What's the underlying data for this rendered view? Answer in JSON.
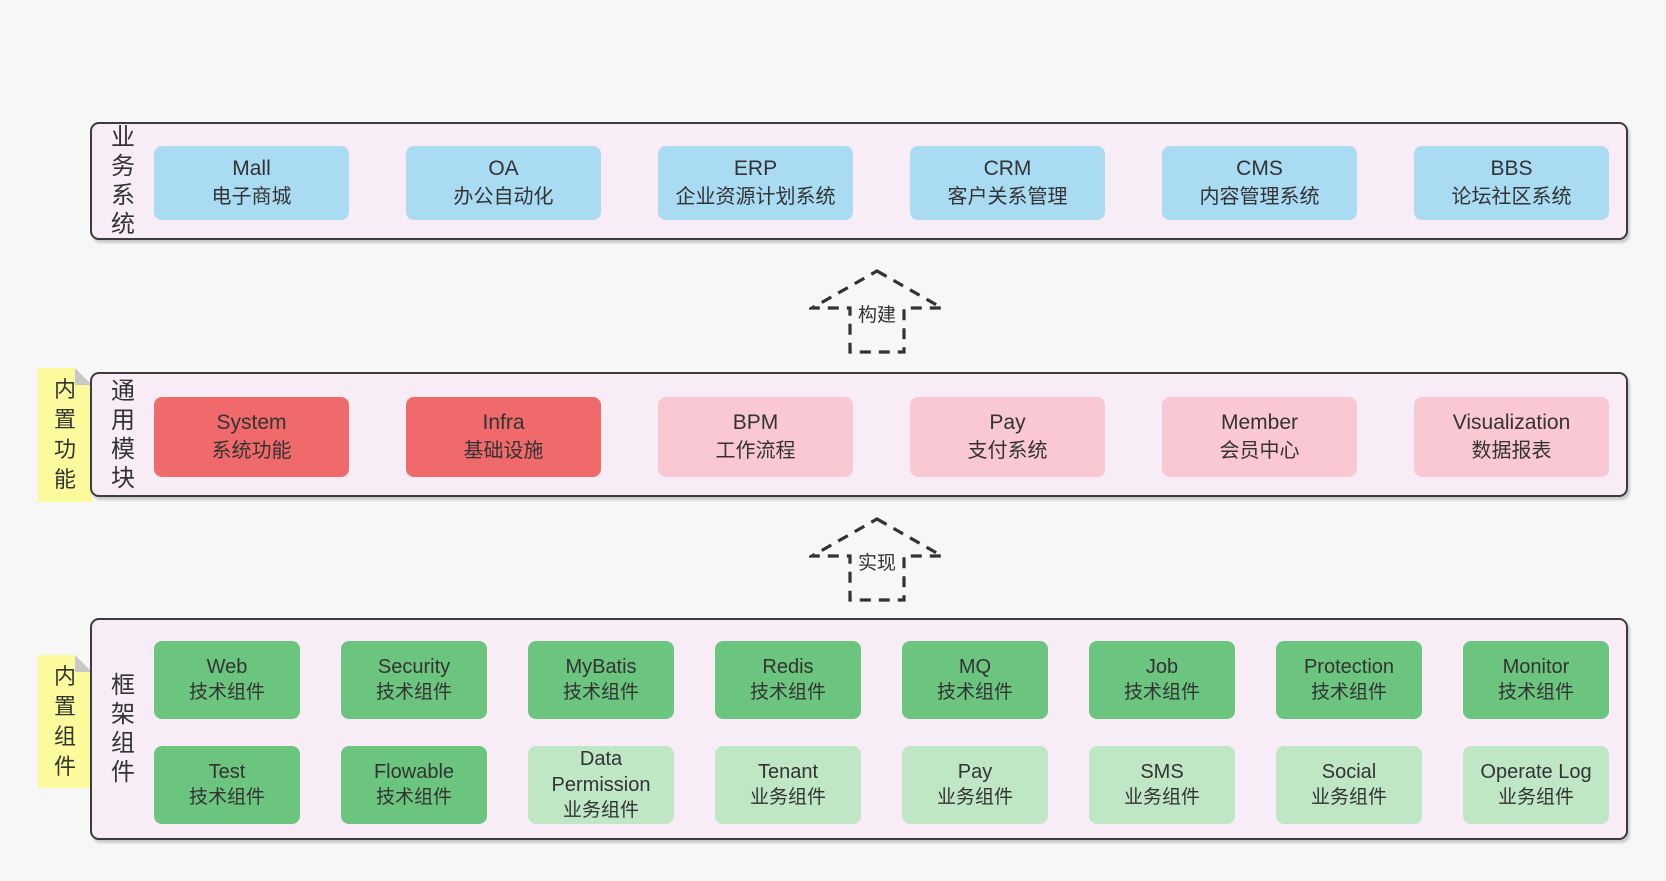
{
  "colors": {
    "background": "#f7f7f7",
    "container_fill": "#f8edf6",
    "container_border": "#3c3c3c",
    "box_blue": "#a9dbf3",
    "box_red": "#f06a6c",
    "box_pink": "#f9c8d2",
    "box_green": "#6cc57f",
    "box_light_green": "#bfe7c6",
    "note_yellow": "#fbfb9e",
    "note_fold_gray": "#c8c8c8",
    "text": "#333333"
  },
  "arrows": [
    {
      "label": "构建"
    },
    {
      "label": "实现"
    }
  ],
  "sections": [
    {
      "label": "业务系统",
      "boxes": [
        {
          "title": "Mall",
          "subtitle": "电子商城"
        },
        {
          "title": "OA",
          "subtitle": "办公自动化"
        },
        {
          "title": "ERP",
          "subtitle": "企业资源计划系统"
        },
        {
          "title": "CRM",
          "subtitle": "客户关系管理"
        },
        {
          "title": "CMS",
          "subtitle": "内容管理系统"
        },
        {
          "title": "BBS",
          "subtitle": "论坛社区系统"
        }
      ]
    },
    {
      "label": "通用模块",
      "note": "内置功能",
      "boxes": [
        {
          "title": "System",
          "subtitle": "系统功能"
        },
        {
          "title": "Infra",
          "subtitle": "基础设施"
        },
        {
          "title": "BPM",
          "subtitle": "工作流程"
        },
        {
          "title": "Pay",
          "subtitle": "支付系统"
        },
        {
          "title": "Member",
          "subtitle": "会员中心"
        },
        {
          "title": "Visualization",
          "subtitle": "数据报表"
        }
      ]
    },
    {
      "label": "框架组件",
      "note": "内置组件",
      "rows": [
        [
          {
            "title": "Web",
            "subtitle": "技术组件"
          },
          {
            "title": "Security",
            "subtitle": "技术组件"
          },
          {
            "title": "MyBatis",
            "subtitle": "技术组件"
          },
          {
            "title": "Redis",
            "subtitle": "技术组件"
          },
          {
            "title": "MQ",
            "subtitle": "技术组件"
          },
          {
            "title": "Job",
            "subtitle": "技术组件"
          },
          {
            "title": "Protection",
            "subtitle": "技术组件"
          },
          {
            "title": "Monitor",
            "subtitle": "技术组件"
          }
        ],
        [
          {
            "title": "Test",
            "subtitle": "技术组件"
          },
          {
            "title": "Flowable",
            "subtitle": "技术组件"
          },
          {
            "title": "Data Permission",
            "subtitle": "业务组件"
          },
          {
            "title": "Tenant",
            "subtitle": "业务组件"
          },
          {
            "title": "Pay",
            "subtitle": "业务组件"
          },
          {
            "title": "SMS",
            "subtitle": "业务组件"
          },
          {
            "title": "Social",
            "subtitle": "业务组件"
          },
          {
            "title": "Operate Log",
            "subtitle": "业务组件"
          }
        ]
      ]
    }
  ]
}
